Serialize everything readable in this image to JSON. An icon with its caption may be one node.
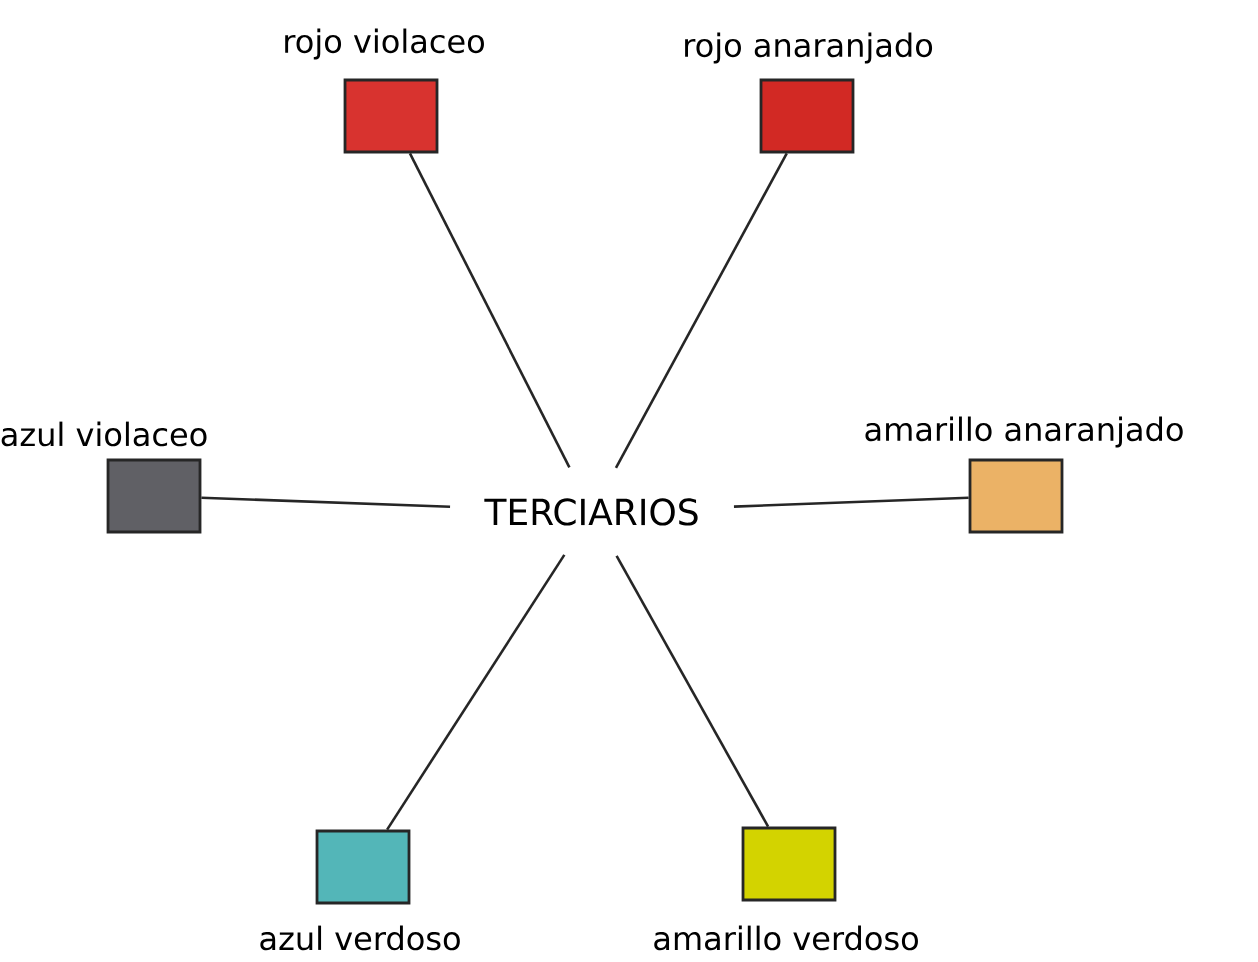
{
  "diagram": {
    "nodes": [
      {
        "text": [
          "rojo violaceo"
        ]
      },
      {
        "text": [
          "rojo anaranjado"
        ]
      },
      {
        "text": [
          "azul violaceo"
        ]
      },
      {
        "text": [
          "TERCIARIOS"
        ]
      },
      {
        "text": [
          "amarillo anaranjado"
        ]
      },
      {
        "text": [
          "azul verdoso"
        ]
      },
      {
        "text": [
          "amarillo verdoso"
        ]
      }
    ],
    "edges": [
      {
        "from": 3,
        "to": 0,
        "arrow": "none"
      },
      {
        "from": 3,
        "to": 1,
        "arrow": "none"
      },
      {
        "from": 3,
        "to": 2,
        "arrow": "none"
      },
      {
        "from": 3,
        "to": 4,
        "arrow": "none"
      },
      {
        "from": 3,
        "to": 5,
        "arrow": "none"
      },
      {
        "from": 3,
        "to": 6,
        "arrow": "none"
      }
    ]
  }
}
